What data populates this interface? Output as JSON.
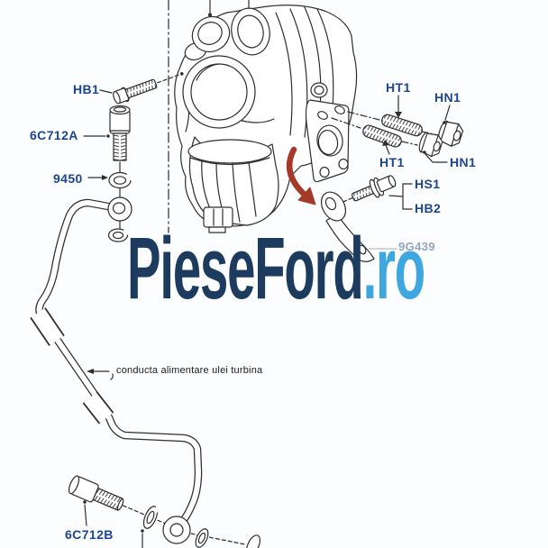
{
  "watermark": {
    "brand": "PieseFord",
    "tld": ".ro",
    "brand_color": "#1d3b5e",
    "tld_color": "#3fa7e0"
  },
  "part_labels": {
    "hb1": "HB1",
    "bolt_6c712a": "6C712A",
    "washer_9450": "9450",
    "ht1_top": "HT1",
    "hn1_top": "HN1",
    "ht1_bottom": "HT1",
    "hn1_bottom": "HN1",
    "hs1": "HS1",
    "hb2": "HB2",
    "bracket_9g439": "9G439",
    "bolt_6c712b": "6C712B"
  },
  "annotations": {
    "pipe_note": "conducta alimentare ulei turbina"
  },
  "colors": {
    "label_blue": "#1c4590",
    "muted_label": "#93a6bd",
    "line": "#2e2e2e",
    "arrow_red": "#a53a28",
    "background": "#fcfdfe"
  }
}
